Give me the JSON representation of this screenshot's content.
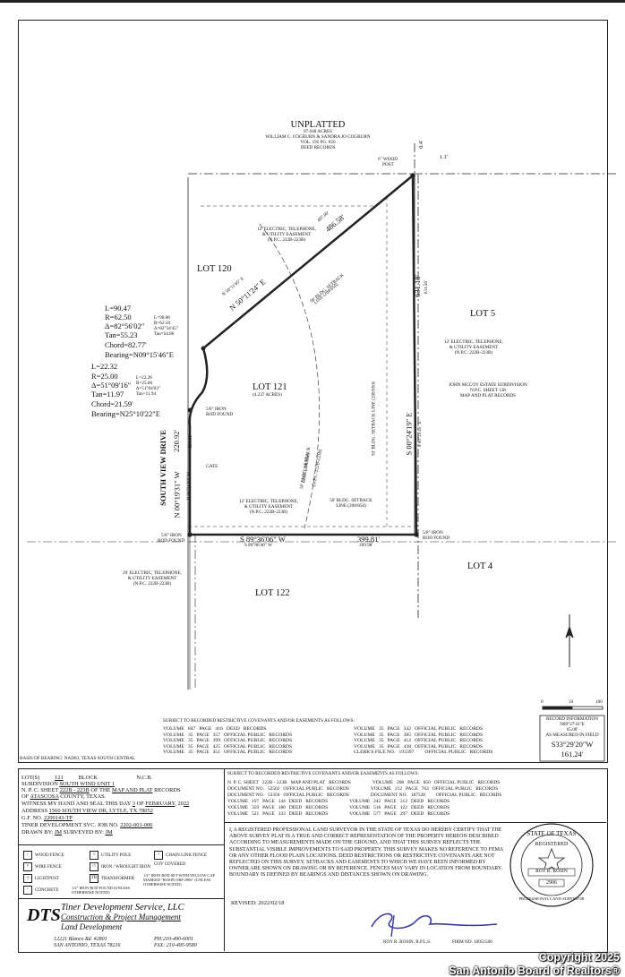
{
  "plat": {
    "unplatted": {
      "title": "UNPLATTED",
      "acres": "97.648 ACRES",
      "owners": "WILLIAM C. COGBURN & SANDRA JO COGBURN",
      "vol": "VOL. 195 PG. 856",
      "records": "DEED RECORDS"
    },
    "dim_04": "0.4'",
    "dim_11": "1.1'",
    "wood_post": "6\" WOOD",
    "wood_post2": "POST",
    "easement_top": [
      "12' ELECTRIC, TELEPHONE,",
      "& UTILITY EASEMENT",
      "(N.P.C. 222B-223B)"
    ],
    "top_line_outer": "486.58'",
    "top_line_inner": "487.00'",
    "top_bearing": "N 50°11'24\" E",
    "top_bearing_inner": "N 50°11'45\" E",
    "bldg_setback_top": [
      "50' BLDG. SETBACK",
      "LINE (208/850)"
    ],
    "lot120": "LOT 120",
    "lot5": "LOT 5",
    "lot121": "LOT 121",
    "lot121_acres": "(4.237 ACRES)",
    "lot4": "LOT 4",
    "lot122": "LOT 122",
    "curve1": [
      "L=90.47",
      "R=62.50",
      "Δ=82°56'02\"",
      "Tan=55.23",
      "Chord=82.77'",
      "Bearing=N09°15'46\"E"
    ],
    "curve1_small": [
      "L=90.08",
      "R=62.50",
      "Δ=82°34'45\"",
      "Tan=54.86"
    ],
    "curve2": [
      "L=22.32",
      "R=25.00",
      "Δ=51°09'16\"",
      "Tan=11.97",
      "Chord=21.59'",
      "Bearing=N25°10'22\"E"
    ],
    "curve2_small": [
      "L=22.28",
      "R=25.00",
      "Δ=51°04'03\"",
      "Tan=11.94"
    ],
    "iron_rod_top": [
      "5/8\" IRON",
      "ROD FOUND"
    ],
    "right_dim": "631.18'",
    "right_dim_inner": "631.56'",
    "right_bearing": "S 00°24'19\" E",
    "right_bearing_inner": "S 00°25'45\" E",
    "easement_right": [
      "12' ELECTRIC, TELEPHONE,",
      "& UTILITY EASEMENT",
      "(N.P.C. 222B-223B)"
    ],
    "estate": [
      "JOHN MCCOY ESTATE SUBDIVISION",
      "N.P.C. SHEET 138",
      "MAP AND PLAT RECORDS"
    ],
    "bldg_setback_right": "50' BLDG. SETBACK LINE (208/850)",
    "bldg_setback_mid": [
      "50' BLDG. SETBACK",
      "LINE (208/850)"
    ],
    "bldg_setback_diag": [
      "50' BLDG. SETBACK",
      "LINE (208/850)",
      "(N.P.C. 222B-223B)"
    ],
    "road": "SOUTH VIEW DRIVE",
    "left_dim": "220.92'",
    "left_dim_inner": "221.01'",
    "left_bearing": "N 00°19'31\" W",
    "left_bearing_inner": "N 00°31'00\" W",
    "gate": "GATE",
    "easement_bottom": [
      "12' ELECTRIC, TELEPHONE,",
      "& UTILITY EASEMENT",
      "(N.P.C. 222B-223B)"
    ],
    "bottom_bearing": "S 89°36'06\" W",
    "bottom_bearing_inner": "S 89°06'40\" W",
    "bottom_dim": "399.81'",
    "bottom_dim_inner": "399.98'",
    "iron_rod_bl": [
      "5/8\" IRON",
      "ROD FOUND"
    ],
    "iron_rod_br": [
      "5/8\" IRON",
      "ROD FOUND"
    ],
    "easement_20": [
      "20' ELECTRIC, TELEPHONE,",
      "& UTILITY EASEMENT",
      "(N.P.C. 222B-223B)"
    ],
    "scale": [
      "0",
      "50",
      "100"
    ]
  },
  "recorded_block": {
    "heading": "SUBJECT TO RECORDED RESTRICTIVE COVENANTS AND/OR EASEMENTS AS FOLLOWS:",
    "left_rows": [
      [
        "VOLUME",
        "847",
        "PAGE",
        "416",
        "DEED",
        "RECORDS"
      ],
      [
        "VOLUME",
        "35",
        "PAGE",
        "357",
        "OFFICIAL PUBLIC",
        "RECORDS"
      ],
      [
        "VOLUME",
        "35",
        "PAGE",
        "399",
        "OFFICIAL PUBLIC",
        "RECORDS"
      ],
      [
        "VOLUME",
        "35",
        "PAGE",
        "425",
        "OFFICIAL PUBLIC",
        "RECORDS"
      ],
      [
        "VOLUME",
        "35",
        "PAGE",
        "451",
        "OFFICIAL PUBLIC",
        "RECORDS"
      ]
    ],
    "right_rows": [
      [
        "VOLUME",
        "35",
        "PAGE",
        "342",
        "OFFICIAL PUBLIC",
        "RECORDS"
      ],
      [
        "VOLUME",
        "35",
        "PAGE",
        "385",
        "OFFICIAL PUBLIC",
        "RECORDS"
      ],
      [
        "VOLUME",
        "35",
        "PAGE",
        "412",
        "OFFICIAL PUBLIC",
        "RECORDS"
      ],
      [
        "VOLUME",
        "35",
        "PAGE",
        "438",
        "OFFICIAL PUBLIC",
        "RECORDS"
      ],
      [
        "CLERK'S FILE NO.",
        "193397",
        "",
        "",
        "OFFICIAL PUBLIC",
        "RECORDS"
      ]
    ],
    "record_info": [
      "RECORD INFORMATION",
      "N89°27'41\"E",
      "65.00'",
      "AS MEASURED IN FIELD"
    ],
    "record_bearing": "S33°29'20\"W",
    "record_dist": "161.24'",
    "basis": "BASIS OF BEARING: NAD83, TEXAS SOUTH CENTRAL"
  },
  "info": {
    "lots": "LOT(S)",
    "lots_val": "121",
    "block": "BLOCK",
    "ncb": "N.C.B.",
    "subdivision": "SUBDIVISION",
    "subdivision_val": "SOUTH WIND UNIT 1",
    "npc_sheet": "N. P. C. SHEET",
    "npc_sheet_val": "222B - 223B",
    "of_the": "OF THE",
    "of_the_val": "MAP AND PLAT",
    "records": "RECORDS",
    "of": "OF",
    "county_val": "ATASCOSA",
    "county": "COUNTY, TEXAS.",
    "witness": "WITNESS MY HAND AND SEAL THIS DAY",
    "day_val": "3",
    "of2": "OF",
    "month_val": "FEBRUARY",
    "year": ", 20",
    "year_val": "22",
    "address": "ADDRESS",
    "address_val": "1560 SOUTH VIEW DR, LYTLE, TX 78052",
    "gf": "G.F. NO.",
    "gf_val": "2200143-TP",
    "tiner": "TINER DEVELOPMENT SVC. JOB NO.",
    "tiner_val": "2202-001-000",
    "drawn": "DRAWN BY:",
    "drawn_val": "JM",
    "surveyed": "SURVEYED BY:",
    "surveyed_val": "JM"
  },
  "legend": [
    {
      "sym": "/",
      "label": "WOOD FENCE"
    },
    {
      "sym": "○",
      "label": "UTILITY POLE"
    },
    {
      "sym": "○",
      "label": "CHAIN LINK FENCE"
    },
    {
      "sym": "×",
      "label": "WIRE FENCE"
    },
    {
      "sym": "□",
      "label": "IRON / WROUGHT IRON"
    },
    {
      "sym": "",
      "label": "COV COVERED"
    },
    {
      "sym": "☼",
      "label": "LIGHTPOST"
    },
    {
      "sym": "TR",
      "label": "TRANSFORMER"
    },
    {
      "sym": "●",
      "label": "1/2\" IRON ROD SET WITH YELLOW CAP MARKED \"ROSIN ORP 2906\" (UNLESS OTHERWISE NOTED)"
    },
    {
      "sym": "▫",
      "label": "CONCRETE"
    },
    {
      "sym": "●",
      "label": "1/2\" IRON ROD FOUND (UNLESS OTHERWISE NOTED)"
    }
  ],
  "company": {
    "logo": "DTS",
    "name": "Tiner Development Service, LLC",
    "line2": "Construction & Project Management",
    "line3": "Land Development",
    "address1": "12221 Blanco Rd. #2801",
    "address2": "SAN ANTONIO, TEXAS 78216",
    "phone": "PH:210-490-6001",
    "fax": "FAX: 210-495-9580"
  },
  "recorded_right": {
    "heading": "SUBJECT TO RECORDED RESTRICTIVE COVENANTS AND/OR EASEMENTS AS FOLLOWS:",
    "rows": [
      [
        "N. P. C. SHEET",
        "222B - 223B",
        "MAP AND PLAT",
        "RECORDS",
        "VOLUME",
        "208",
        "PAGE",
        "850",
        "OFFICIAL PUBLIC",
        "RECORDS"
      ],
      [
        "DOCUMENT NO.",
        "52502",
        "OFFICIAL PUBLIC",
        "RECORDS",
        "VOLUME",
        "212",
        "PAGE",
        "763",
        "OFFICIAL PUBLIC",
        "RECORDS"
      ],
      [
        "DOCUMENT NO.",
        "53350",
        "OFFICIAL PUBLIC",
        "RECORDS",
        "DOCUMENT NO.",
        "187528",
        "",
        "",
        "OFFICIAL PUBLIC",
        "RECORDS"
      ],
      [
        "VOLUME",
        "197",
        "PAGE",
        "144",
        "DEED",
        "RECORDS",
        "VOLUME",
        "242",
        "PAGE",
        "312",
        "DEED",
        "RECORDS"
      ],
      [
        "VOLUME",
        "359",
        "PAGE",
        "180",
        "DEED",
        "RECORDS",
        "VOLUME",
        "516",
        "PAGE",
        "122",
        "DEED",
        "RECORDS"
      ],
      [
        "VOLUME",
        "521",
        "PAGE",
        "333",
        "DEED",
        "RECORDS",
        "VOLUME",
        "577",
        "PAGE",
        "297",
        "DEED",
        "RECORDS"
      ]
    ]
  },
  "certification": "I, A REGISTERED PROFESSIONAL LAND SURVEYOR IN THE STATE OF TEXAS DO HEREBY CERTIFY THAT THE ABOVE SURVEY PLAT IS A TRUE AND CORRECT REPRESENTATION OF THE PROPERTY HEREON DESCRIBED ACCORDING TO MEASUREMENTS MADE ON THE GROUND, AND THAT THIS SURVEY REFLECTS THE SUBSTANTIAL VISIBLE IMPROVEMENTS TO SAID PROPERTY. THIS SURVEY MAKES NO REFERENCE TO FEMA OR ANY OTHER FLOOD PLAIN LOCATIONS. DEED RESTRICTIONS OR RESTRICTIVE COVENANTS ARE NOT REFLECTED ON THIS SURVEY. SETBACKS AND EASEMENTS TO WHICH WE HAVE BEEN INFORMED BY OWNER ARE SHOWN ON DRAWING OR BY REFERENCE. FENCES MAY VARY IN LOCATION FROM BOUNDARY. BOUNDARY IS DEFINED BY BEARINGS AND DISTANCES SHOWN ON DRAWING.",
  "revised": "REVISED: 2022/02/18",
  "surveyor": "ROY R. ROSIN, R.P.L.S.",
  "firm": "FIRM NO. 10051500",
  "seal": {
    "top": "STATE OF TEXAS",
    "mid": "REGISTERED",
    "name": "ROY R. ROSIN",
    "num": "2906",
    "bottom": "PROFESSIONAL LAND SURVEYOR"
  },
  "watermark": {
    "line1": "Copyright 2025",
    "line2": "San Antonio Board of Realtors®"
  }
}
